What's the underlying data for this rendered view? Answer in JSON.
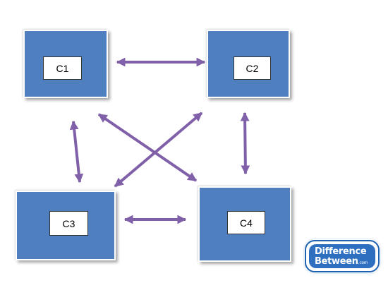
{
  "diagram": {
    "nodes": [
      {
        "id": "n1",
        "label": "C1"
      },
      {
        "id": "n2",
        "label": "C2"
      },
      {
        "id": "n3",
        "label": "C3"
      },
      {
        "id": "n4",
        "label": "C4"
      }
    ],
    "edges": [
      {
        "from": "C1",
        "to": "C2",
        "direction": "both"
      },
      {
        "from": "C1",
        "to": "C3",
        "direction": "both"
      },
      {
        "from": "C1",
        "to": "C4",
        "direction": "both"
      },
      {
        "from": "C2",
        "to": "C3",
        "direction": "both"
      },
      {
        "from": "C2",
        "to": "C4",
        "direction": "both"
      },
      {
        "from": "C3",
        "to": "C4",
        "direction": "both"
      }
    ],
    "colors": {
      "node_fill": "#4f7fbf",
      "edge": "#8060a8"
    }
  },
  "watermark": {
    "line1": "Difference",
    "line2": "Between",
    "suffix": ".com"
  }
}
